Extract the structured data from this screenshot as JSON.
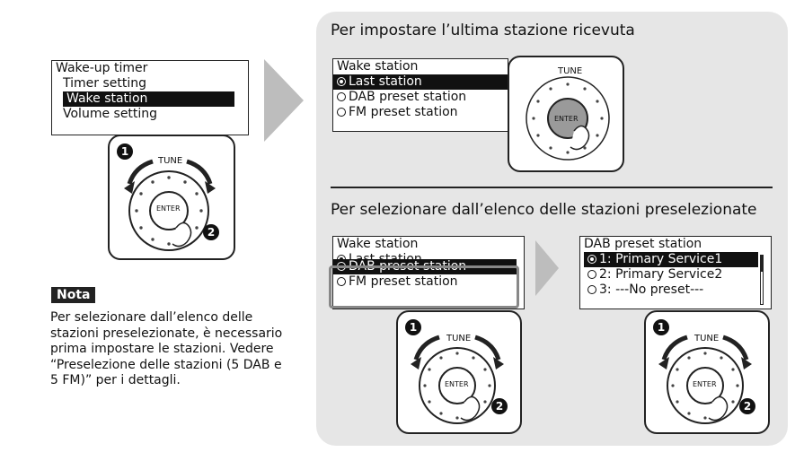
{
  "left_menu": {
    "title": "Wake-up timer",
    "items": [
      "Timer setting",
      "Wake station",
      "Volume setting"
    ],
    "selected_index": 1
  },
  "knob": {
    "tune_label": "TUNE",
    "enter_label": "ENTER",
    "step1": "1",
    "step2": "2"
  },
  "nota": {
    "label": "Nota",
    "text": "Per selezionare dall’elenco delle stazioni preselezionate, è necessario prima impostare le stazioni. Vedere “Preselezione delle stazioni (5 DAB e 5 FM)” per i dettagli."
  },
  "section1": {
    "heading": "Per impostare l’ultima stazione ricevuta",
    "screen": {
      "title": "Wake station",
      "items": [
        "Last station",
        "DAB preset station",
        "FM preset station"
      ],
      "selected_index": 0
    }
  },
  "section2": {
    "heading": "Per selezionare dall’elenco delle stazioni preselezionate",
    "screen": {
      "title": "Wake station",
      "partial_item": "Last station",
      "items": [
        "DAB preset station",
        "FM preset station"
      ],
      "selected_index": 0
    },
    "preset_screen": {
      "title": "DAB preset station",
      "items": [
        "1: Primary Service1",
        "2: Primary Service2",
        "3: ---No preset---"
      ],
      "selected_index": 0
    }
  }
}
